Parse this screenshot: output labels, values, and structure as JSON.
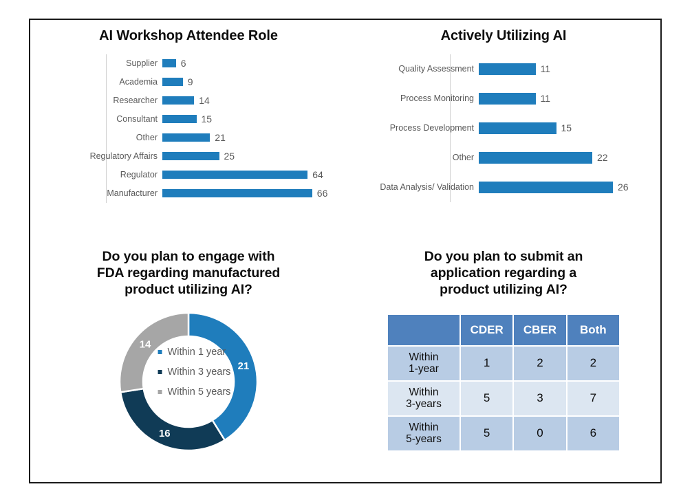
{
  "slide": {
    "background": "#ffffff",
    "border_color": "#1a1a1a"
  },
  "palette": {
    "bar_blue": "#1f7dbc",
    "donut_blue": "#1f7dbc",
    "donut_navy": "#103b56",
    "donut_gray": "#a6a6a6",
    "table_header_blue": "#4f81bd",
    "table_row_dark": "#b8cce4",
    "table_row_light": "#dce6f1",
    "label_gray": "#595959",
    "axis_gray": "#d0d0d0"
  },
  "panels": {
    "attendee_role": {
      "title": "AI Workshop Attendee Role"
    },
    "utilizing_ai": {
      "title": "Actively Utilizing AI"
    },
    "engage_fda": {
      "title_line1": "Do you plan to engage with",
      "title_line2": "FDA regarding manufactured",
      "title_line3": "product utilizing AI?"
    },
    "submit_application": {
      "title_line1": "Do you plan to submit an",
      "title_line2": "application regarding a",
      "title_line3": "product utilizing AI?"
    }
  },
  "chart_data": [
    {
      "type": "bar",
      "orientation": "horizontal",
      "title": "AI Workshop Attendee Role",
      "xlabel": "",
      "ylabel": "",
      "grid": false,
      "legend": "none",
      "axis_max": 70,
      "categories": [
        "Supplier",
        "Academia",
        "Researcher",
        "Consultant",
        "Other",
        "Regulatory Affairs",
        "Regulator",
        "Manufacturer"
      ],
      "values": [
        6,
        9,
        14,
        15,
        21,
        25,
        64,
        66
      ],
      "data_labels": [
        "6",
        "9",
        "14",
        "15",
        "21",
        "25",
        "64",
        "66"
      ],
      "color": "#1f7dbc"
    },
    {
      "type": "bar",
      "orientation": "horizontal",
      "title": "Actively Utilizing AI",
      "xlabel": "",
      "ylabel": "",
      "grid": false,
      "legend": "none",
      "axis_max": 28,
      "categories": [
        "Quality Assessment",
        "Process Monitoring",
        "Process Development",
        "Other",
        "Data Analysis/ Validation"
      ],
      "values": [
        11,
        11,
        15,
        22,
        26
      ],
      "data_labels": [
        "11",
        "11",
        "15",
        "22",
        "26"
      ],
      "color": "#1f7dbc"
    },
    {
      "type": "pie",
      "variant": "donut",
      "title": "Do you plan to engage with FDA regarding manufactured product utilizing AI?",
      "legend": "center",
      "start_angle_deg": 0,
      "labels": [
        "Within 1 year",
        "Within 3 years",
        "Within 5 years"
      ],
      "values": [
        21,
        16,
        14
      ],
      "data_labels": [
        "21",
        "16",
        "14"
      ],
      "colors": [
        "#1f7dbc",
        "#103b56",
        "#a6a6a6"
      ],
      "total": 51
    },
    {
      "type": "table",
      "title": "Do you plan to submit an application regarding a product utilizing AI?",
      "corner_label": "",
      "columns": [
        "CDER",
        "CBER",
        "Both"
      ],
      "rows": [
        {
          "label_line1": "Within",
          "label_line2": "1-year",
          "values": [
            "1",
            "2",
            "2"
          ]
        },
        {
          "label_line1": "Within",
          "label_line2": "3-years",
          "values": [
            "5",
            "3",
            "7"
          ]
        },
        {
          "label_line1": "Within",
          "label_line2": "5-years",
          "values": [
            "5",
            "0",
            "6"
          ]
        }
      ]
    }
  ]
}
